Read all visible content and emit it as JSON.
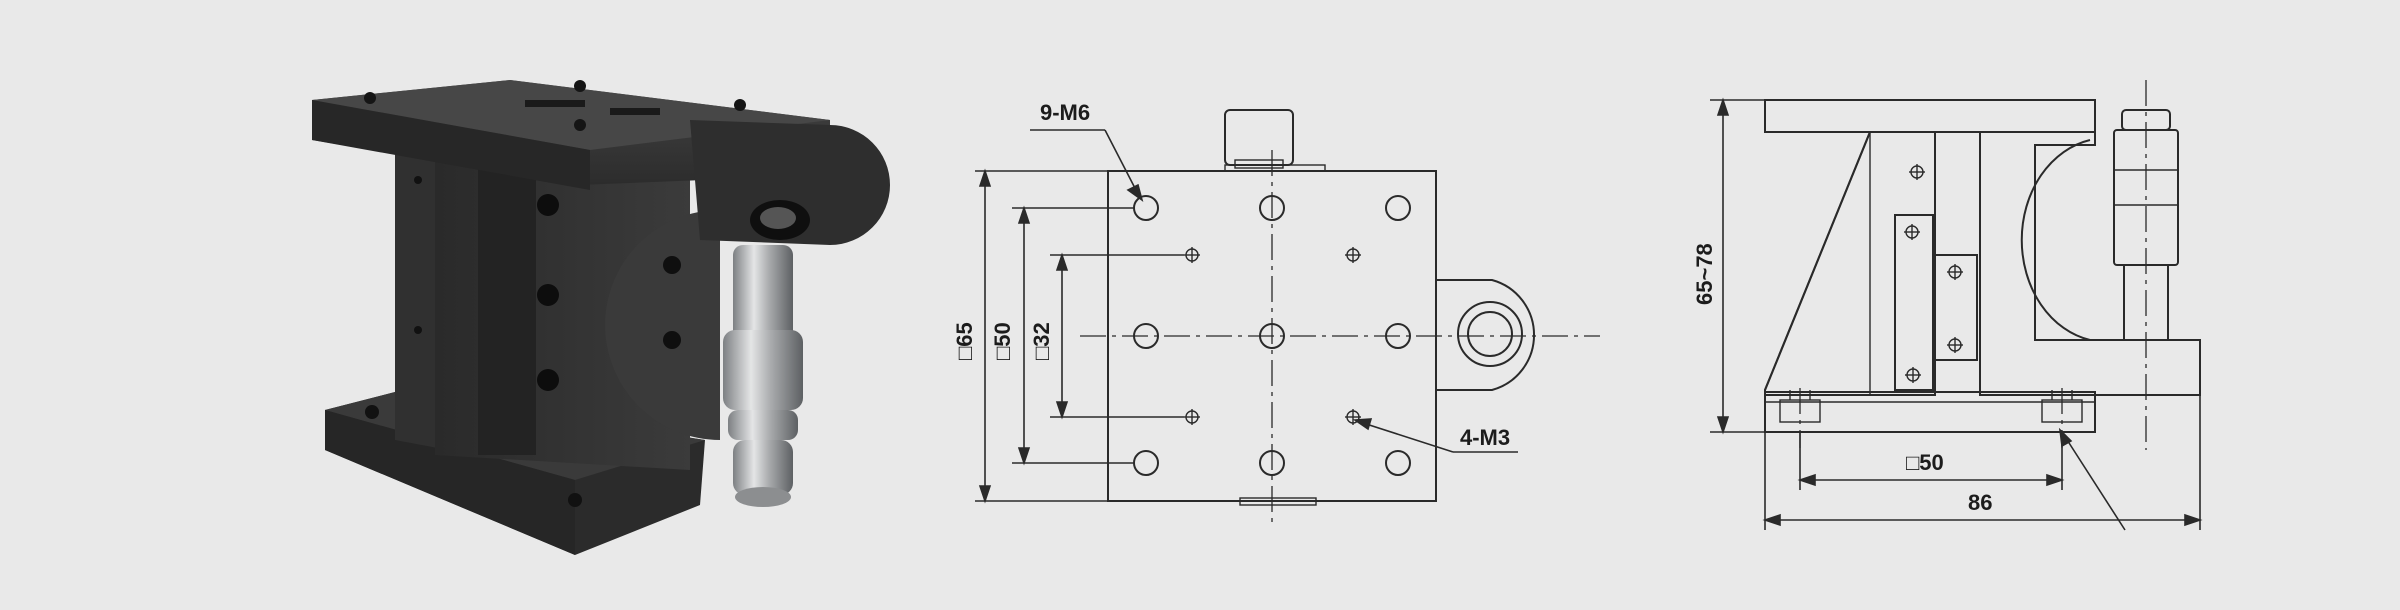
{
  "labels": {
    "holes_m6": "9-M6",
    "holes_m3": "4-M3",
    "dim_65": "□65",
    "dim_50": "□50",
    "dim_32": "□32",
    "dim_range": "65~78",
    "dim_base": "□50",
    "dim_86": "86"
  },
  "colors": {
    "background": "#e9e9e9",
    "body": "#2f2f2f",
    "body_dark": "#1f1f1f",
    "steel": "#b9bbbd",
    "line": "#2a2a2a"
  }
}
